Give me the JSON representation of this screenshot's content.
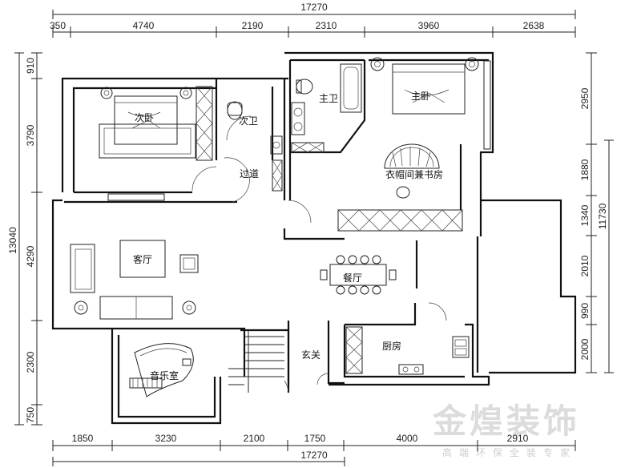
{
  "dimensions": {
    "top_total": "17270",
    "top_segments": [
      "350",
      "4740",
      "2190",
      "2310",
      "3960",
      "2638"
    ],
    "bottom_total": "17270",
    "bottom_segments": [
      "1850",
      "3230",
      "2100",
      "1750",
      "4000",
      "2910"
    ],
    "left_total": "13040",
    "left_segments": [
      "910",
      "3790",
      "4290",
      "2300",
      "750"
    ],
    "right_segments": [
      "2950",
      "1880",
      "1340",
      "2010",
      "990",
      "2000"
    ],
    "right_total": "11730"
  },
  "rooms": {
    "second_bedroom": "次卧",
    "second_bath": "次卫",
    "corridor": "过道",
    "master_bath": "主卫",
    "master_bedroom": "主卧",
    "cloakroom_study": "衣帽间兼书房",
    "living_room": "客厅",
    "dining_room": "餐厅",
    "music_room": "音乐室",
    "foyer": "玄关",
    "kitchen": "厨房"
  },
  "watermark": {
    "brand": "金煌装饰",
    "slogan": "高端环保全装专家"
  }
}
